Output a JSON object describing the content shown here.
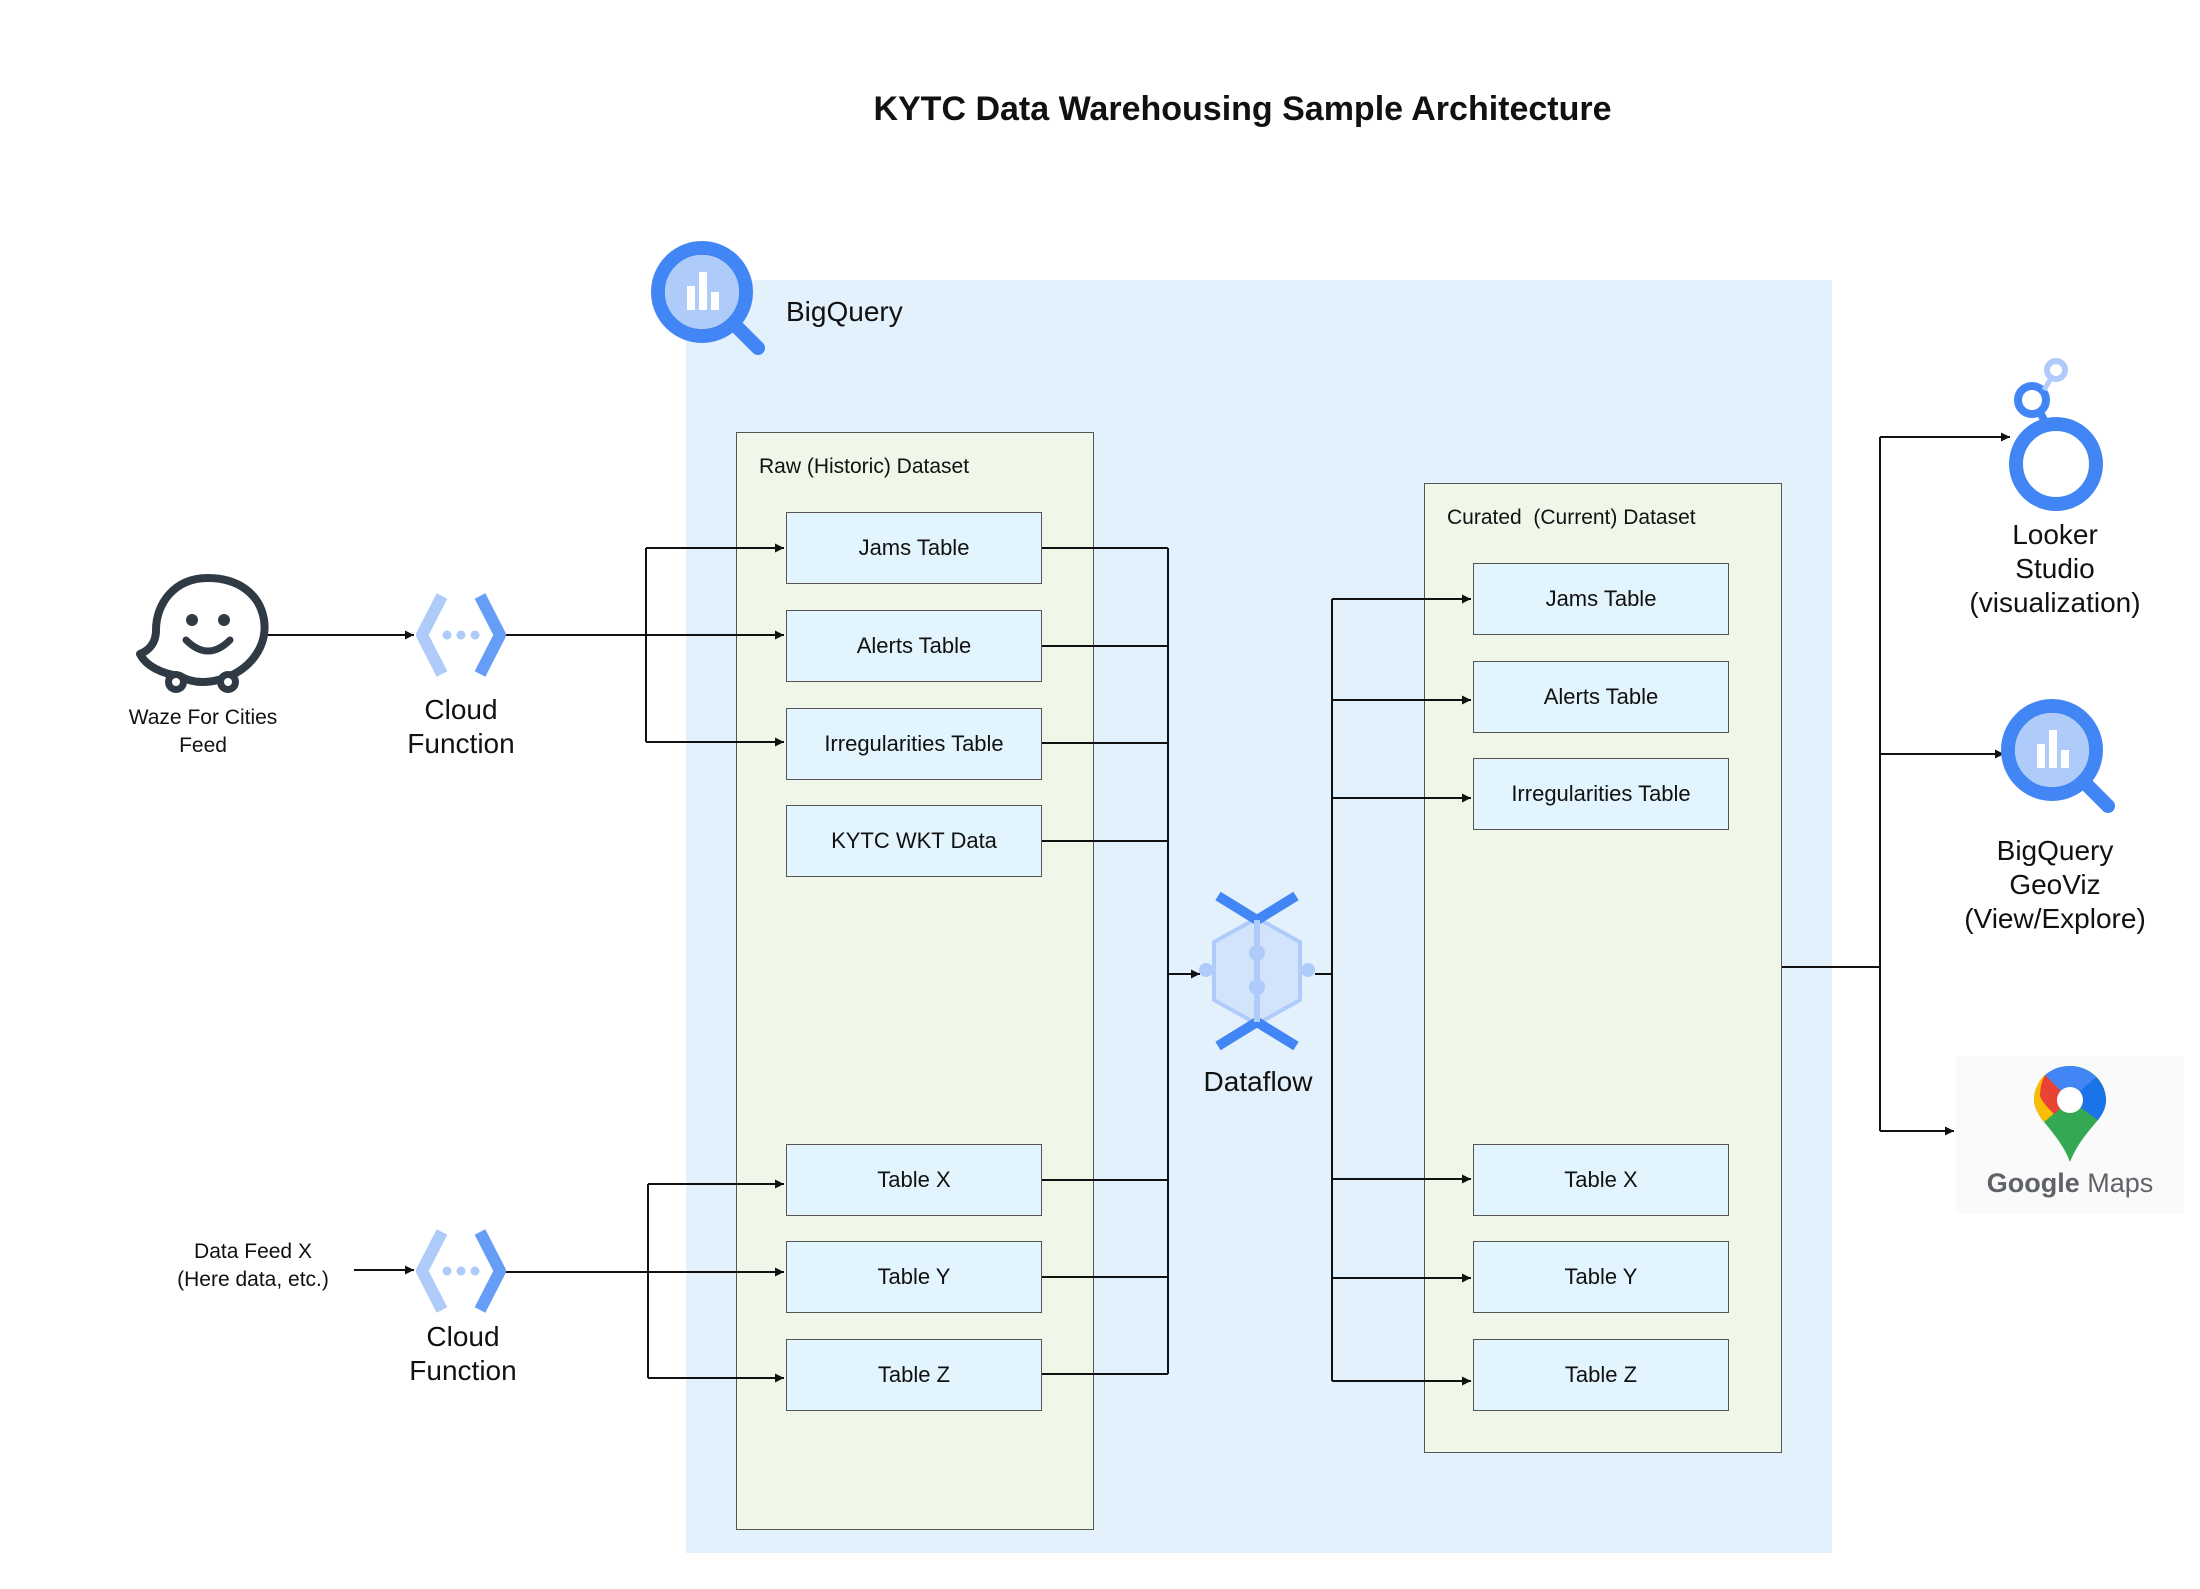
{
  "title": "KYTC Data Warehousing Sample Architecture",
  "bigquery": {
    "label": "BigQuery"
  },
  "raw_dataset": {
    "title": "Raw (Historic) Dataset",
    "tables": [
      "Jams Table",
      "Alerts Table",
      "Irregularities Table",
      "KYTC WKT Data",
      "Table X",
      "Table Y",
      "Table Z"
    ]
  },
  "curated_dataset": {
    "title": "Curated  (Current) Dataset",
    "tables": [
      "Jams Table",
      "Alerts Table",
      "Irregularities Table",
      "Table X",
      "Table Y",
      "Table Z"
    ]
  },
  "sources": {
    "waze": "Waze For Cities\nFeed",
    "data_feed_x": "Data Feed X\n(Here data, etc.)"
  },
  "cloud_function_1": "Cloud\nFunction",
  "cloud_function_2": "Cloud\nFunction",
  "dataflow": "Dataflow",
  "outputs": {
    "looker": "Looker\nStudio\n(visualization)",
    "geoviz": "BigQuery\nGeoViz\n(View/Explore)",
    "google_maps_word1": "Google",
    "google_maps_word2": "Maps"
  },
  "colors": {
    "bigquery_bg": "#e3f1fc",
    "dataset_bg": "#f0f6e8",
    "table_bg": "#e2f4fd",
    "google_blue": "#4285f4"
  }
}
